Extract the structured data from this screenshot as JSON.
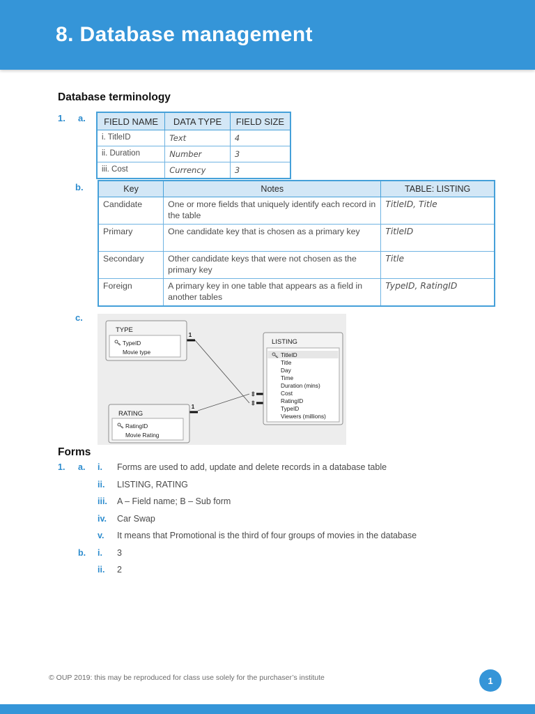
{
  "page": {
    "header_title": "8. Database management",
    "footer_text": "© OUP 2019: this may be reproduced for class use solely for the purchaser’s institute",
    "page_number": "1"
  },
  "terminology": {
    "heading": "Database terminology",
    "q1_label": "1.",
    "a_label": "a.",
    "b_label": "b.",
    "c_label": "c."
  },
  "table1": {
    "headers": [
      "FIELD NAME",
      "DATA TYPE",
      "FIELD SIZE"
    ],
    "rows": [
      {
        "name": "i. TitleID",
        "type": "Text",
        "size": "4"
      },
      {
        "name": "ii. Duration",
        "type": "Number",
        "size": "3"
      },
      {
        "name": "iii. Cost",
        "type": "Currency",
        "size": "3"
      }
    ]
  },
  "table2": {
    "headers": [
      "Key",
      "Notes",
      "TABLE: LISTING"
    ],
    "rows": [
      {
        "key": "Candidate",
        "notes": "One or more fields that uniquely identify each record in the table",
        "listing": "TitleID, Title"
      },
      {
        "key": "Primary",
        "notes": "One candidate key that is chosen as a primary key",
        "listing": "TitleID"
      },
      {
        "key": "Secondary",
        "notes": "Other candidate keys that were not chosen as the primary key",
        "listing": "Title"
      },
      {
        "key": "Foreign",
        "notes": "A primary key in one table that appears as a field in another tables",
        "listing": "TypeID, RatingID"
      }
    ]
  },
  "diagram": {
    "type_table": {
      "name": "TYPE",
      "pk": "TypeID",
      "field2": "Movie type"
    },
    "rating_table": {
      "name": "RATING",
      "pk": "RatingID",
      "field2": "Movie Rating"
    },
    "listing_table": {
      "name": "LISTING",
      "fields": [
        "TitleID",
        "Title",
        "Day",
        "Time",
        "Duration (mins)",
        "Cost",
        "RatingID",
        "TypeID",
        "Viewers (millions)"
      ]
    },
    "one": "1",
    "many": "∞"
  },
  "forms": {
    "heading": "Forms",
    "q1_label": "1.",
    "a_label": "a.",
    "b_label": "b.",
    "a_items": [
      {
        "n": "i.",
        "text": "Forms are used to add, update and delete records in a database table"
      },
      {
        "n": "ii.",
        "text": "LISTING, RATING"
      },
      {
        "n": "iii.",
        "text": "A – Field name; B – Sub form"
      },
      {
        "n": "iv.",
        "text": "Car Swap"
      },
      {
        "n": "v.",
        "text": "It means that Promotional is the third of four groups of movies in the database"
      }
    ],
    "b_items": [
      {
        "n": "i.",
        "text": "3"
      },
      {
        "n": "ii.",
        "text": "2"
      }
    ]
  }
}
